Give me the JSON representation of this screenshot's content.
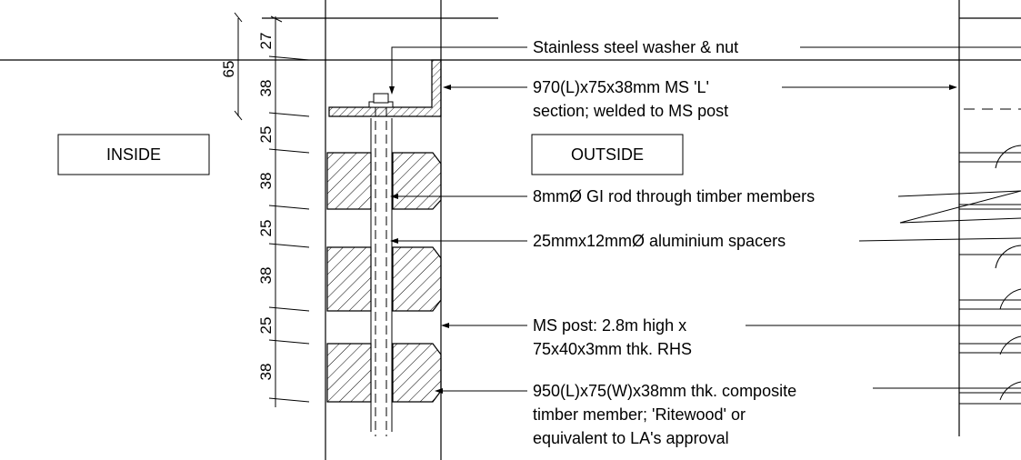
{
  "labels": {
    "inside": "INSIDE",
    "outside": "OUTSIDE"
  },
  "callouts": {
    "washer": "Stainless steel washer & nut",
    "l_section_1": "970(L)x75x38mm MS 'L'",
    "l_section_2": "section; welded to MS post",
    "gi_rod": "8mmØ GI rod through timber members",
    "spacers": "25mmx12mmØ aluminium spacers",
    "post_1": "MS post: 2.8m high x",
    "post_2": "75x40x3mm thk. RHS",
    "timber_1": "950(L)x75(W)x38mm thk. composite",
    "timber_2": "timber member; 'Ritewood' or",
    "timber_3": "equivalent to LA's approval"
  },
  "dimensions": {
    "d27": "27",
    "d65": "65",
    "d38a": "38",
    "d25a": "25",
    "d38b": "38",
    "d25b": "25",
    "d38c": "38",
    "d25c": "25",
    "d38d": "38"
  }
}
